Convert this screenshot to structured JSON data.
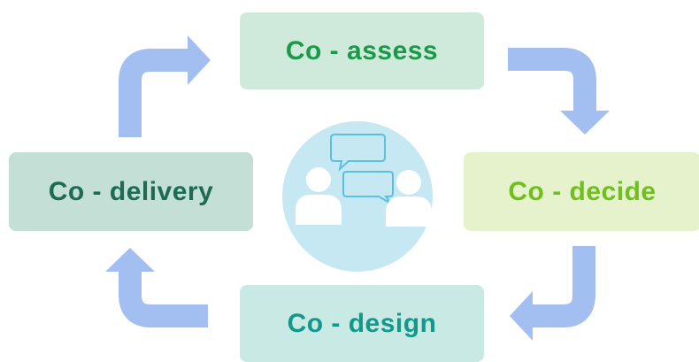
{
  "stages": {
    "assess": "Co - assess",
    "decide": "Co - decide",
    "design": "Co - design",
    "delivery": "Co - delivery"
  },
  "colors": {
    "arrow": "#a3bff2",
    "center_circle": "#c6e8f3",
    "people": "#ffffff",
    "speech_bubble": "#5bc0e0"
  },
  "icons": [
    "cycle-arrow-icon",
    "two-people-conversation-icon"
  ]
}
